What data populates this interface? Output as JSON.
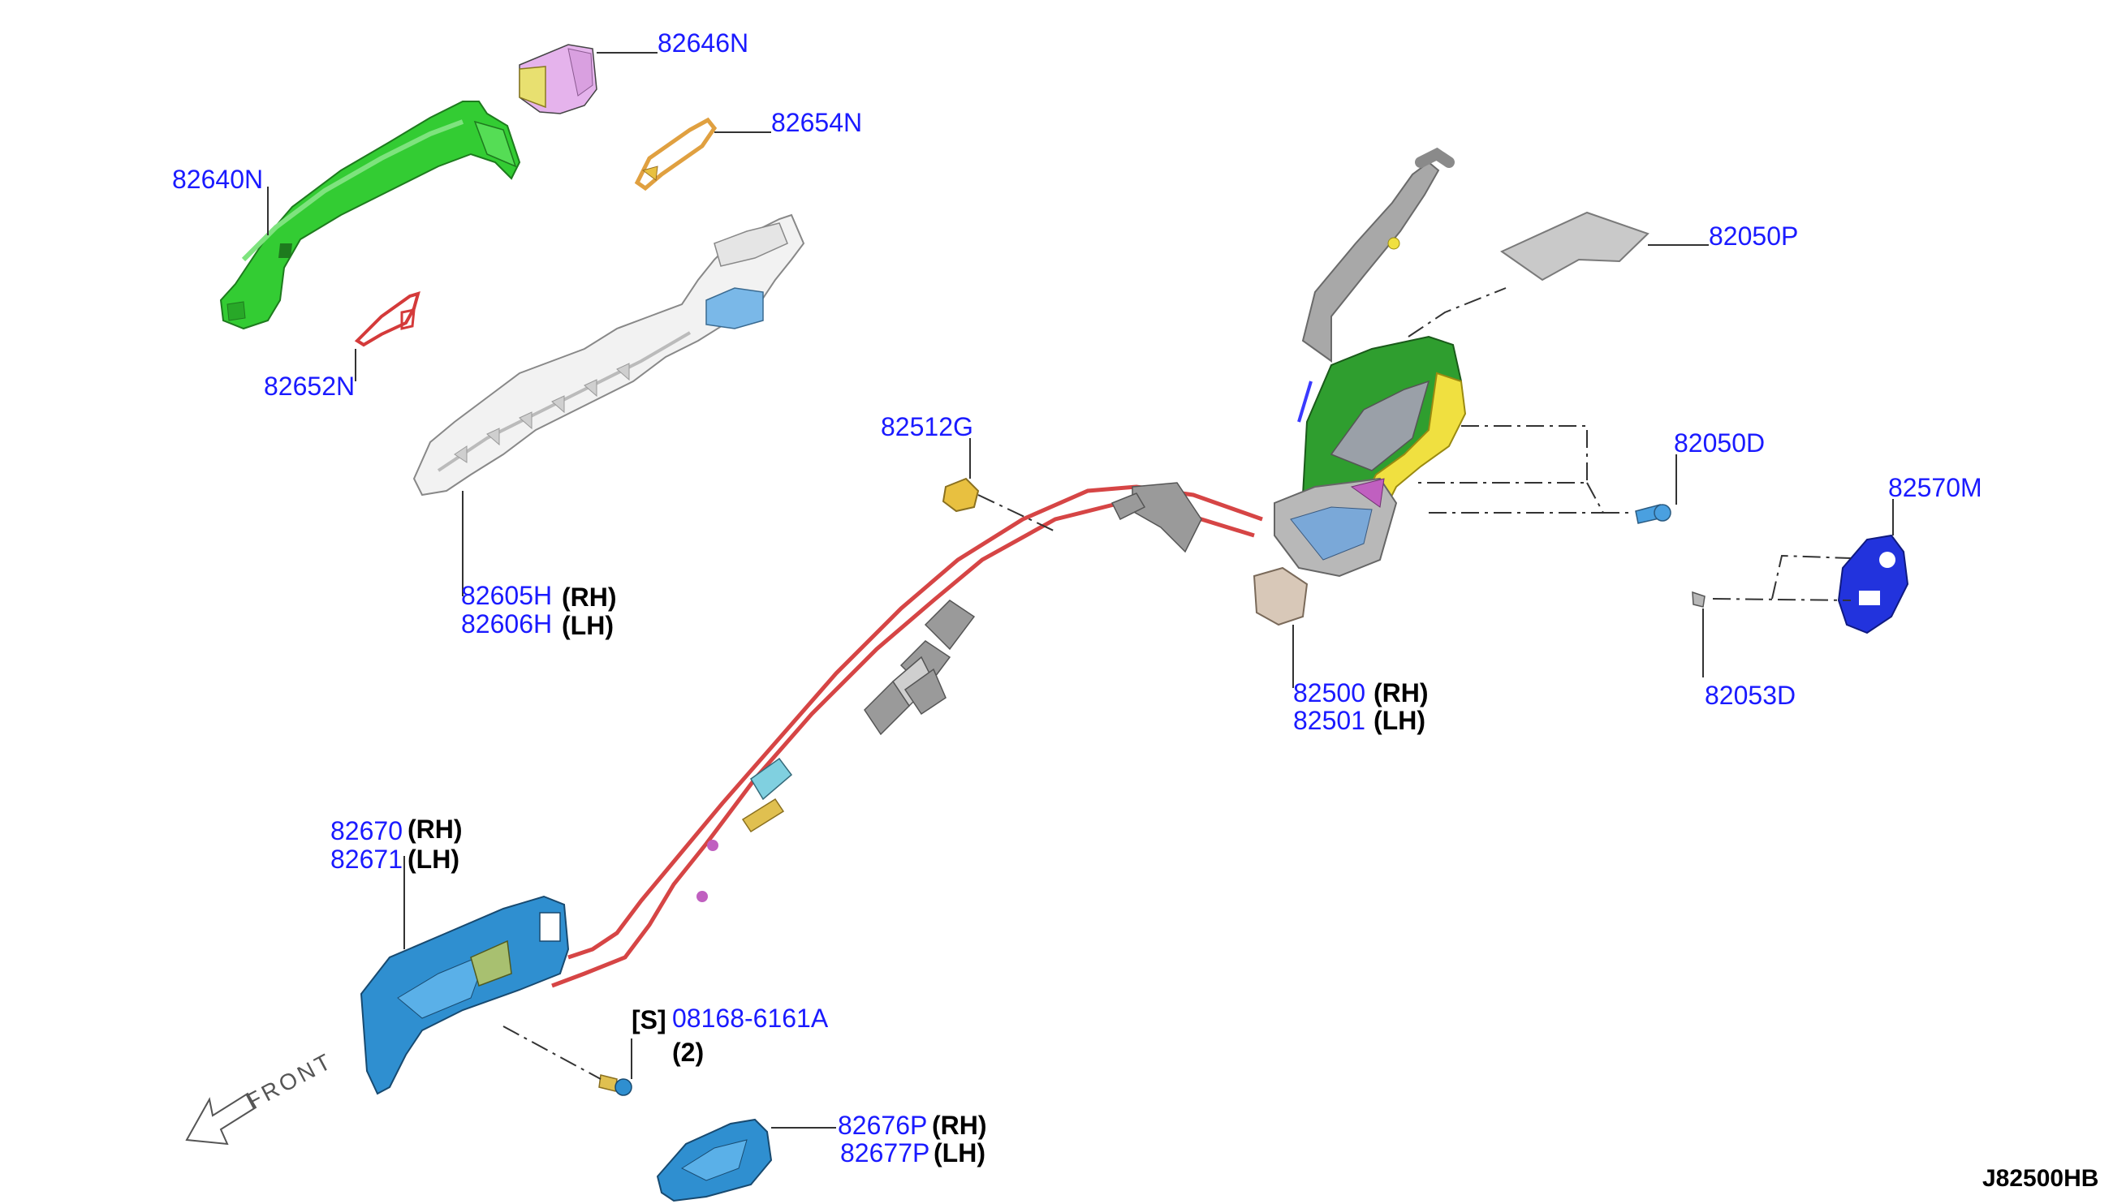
{
  "diagram_code": "J82500HB",
  "front_label": "FRONT",
  "colors": {
    "part_number": "#1a1aff",
    "qualifier": "#000000",
    "outside_handle": "#33cc33",
    "escutcheon": "#e5b3ec",
    "gasket_rear": "#e0a040",
    "gasket_front": "#d43a3a",
    "bracket": "#f2f2f2",
    "lock_body": "#2f9e2f",
    "lock_cover": "#f0e040",
    "cable": "#d64545",
    "inside_handle": "#2f8fd0",
    "striker": "#2233dd",
    "shield": "#c9c9c9"
  },
  "callouts": {
    "c82646N": "82646N",
    "c82654N": "82654N",
    "c82640N": "82640N",
    "c82652N": "82652N",
    "c82605H": "82605H",
    "c82605H_rh": "(RH)",
    "c82606H": "82606H",
    "c82606H_lh": "(LH)",
    "c82512G": "82512G",
    "c82050P": "82050P",
    "c82050D": "82050D",
    "c82570M": "82570M",
    "c82053D": "82053D",
    "c82500": "82500",
    "c82500_rh": "(RH)",
    "c82501": "82501",
    "c82501_lh": "(LH)",
    "c82670": "82670",
    "c82670_rh": "(RH)",
    "c82671": "82671",
    "c82671_lh": "(LH)",
    "c08168_prefix": "[S]",
    "c08168": "08168-6161A",
    "c08168_qty": "(2)",
    "c82676P": "82676P",
    "c82676P_rh": "(RH)",
    "c82677P": "82677P",
    "c82677P_lh": "(LH)"
  }
}
